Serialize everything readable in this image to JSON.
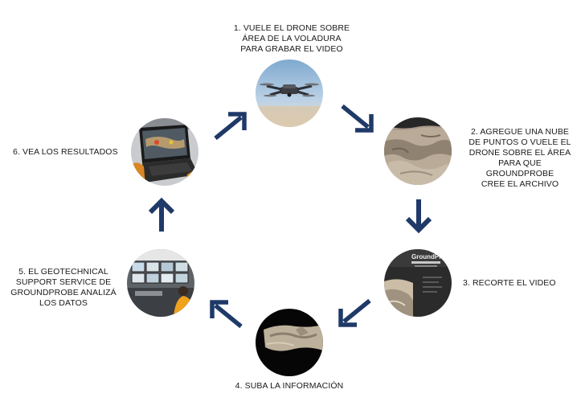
{
  "steps": [
    {
      "label": "1. VUELE EL DRONE SOBRE\nÁREA DE LA VOLADURA\nPARA GRABAR EL VIDEO",
      "image": "drone-flying-photo"
    },
    {
      "label": "2. AGREGUE UNA NUBE\nDE PUNTOS O VUELE EL\nDRONE SOBRE EL ÁREA\nPARA QUE GROUNDPROBE\nCREE EL ARCHIVO",
      "image": "blast-area-terrain-photo"
    },
    {
      "label": "3. RECORTE EL VIDEO",
      "image": "groundprobe-software-screen-photo"
    },
    {
      "label": "4. SUBA LA INFORMACIÓN",
      "image": "upload-terrain-photo"
    },
    {
      "label": "5. EL GEOTECHNICAL\nSUPPORT SERVICE DE\nGROUNDPROBE ANALIZÁ\nLOS DATOS",
      "image": "monitoring-control-room-photo"
    },
    {
      "label": "6. VEA LOS RESULTADOS",
      "image": "laptop-results-photo"
    }
  ],
  "screen_brand": "GroundPro",
  "arrow_color": "#1f3a68"
}
